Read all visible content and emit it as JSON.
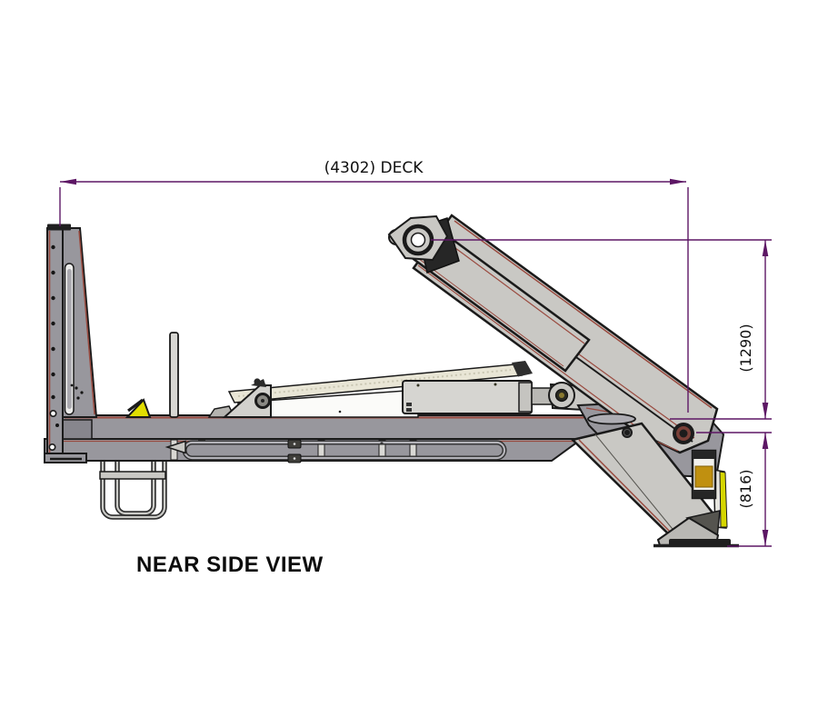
{
  "drawing": {
    "view_label": "NEAR SIDE VIEW",
    "dimensions": {
      "deck_length": "(4302) DECK",
      "arm_raised_height": "(1290)",
      "deck_height": "(816)"
    }
  },
  "colors": {
    "dimension_purple": "#5d1765",
    "machine_gray": "#98979d",
    "component_light_gray": "#c9c8c4",
    "accent_red": "#9a4b40",
    "highlight_yellow": "#e2de00",
    "pad_gold": "#c09010",
    "outline_black": "#1a1a1a",
    "panel_white": "#fbfbf9",
    "cover_cream": "#e9e6d6",
    "background": "#ffffff"
  }
}
